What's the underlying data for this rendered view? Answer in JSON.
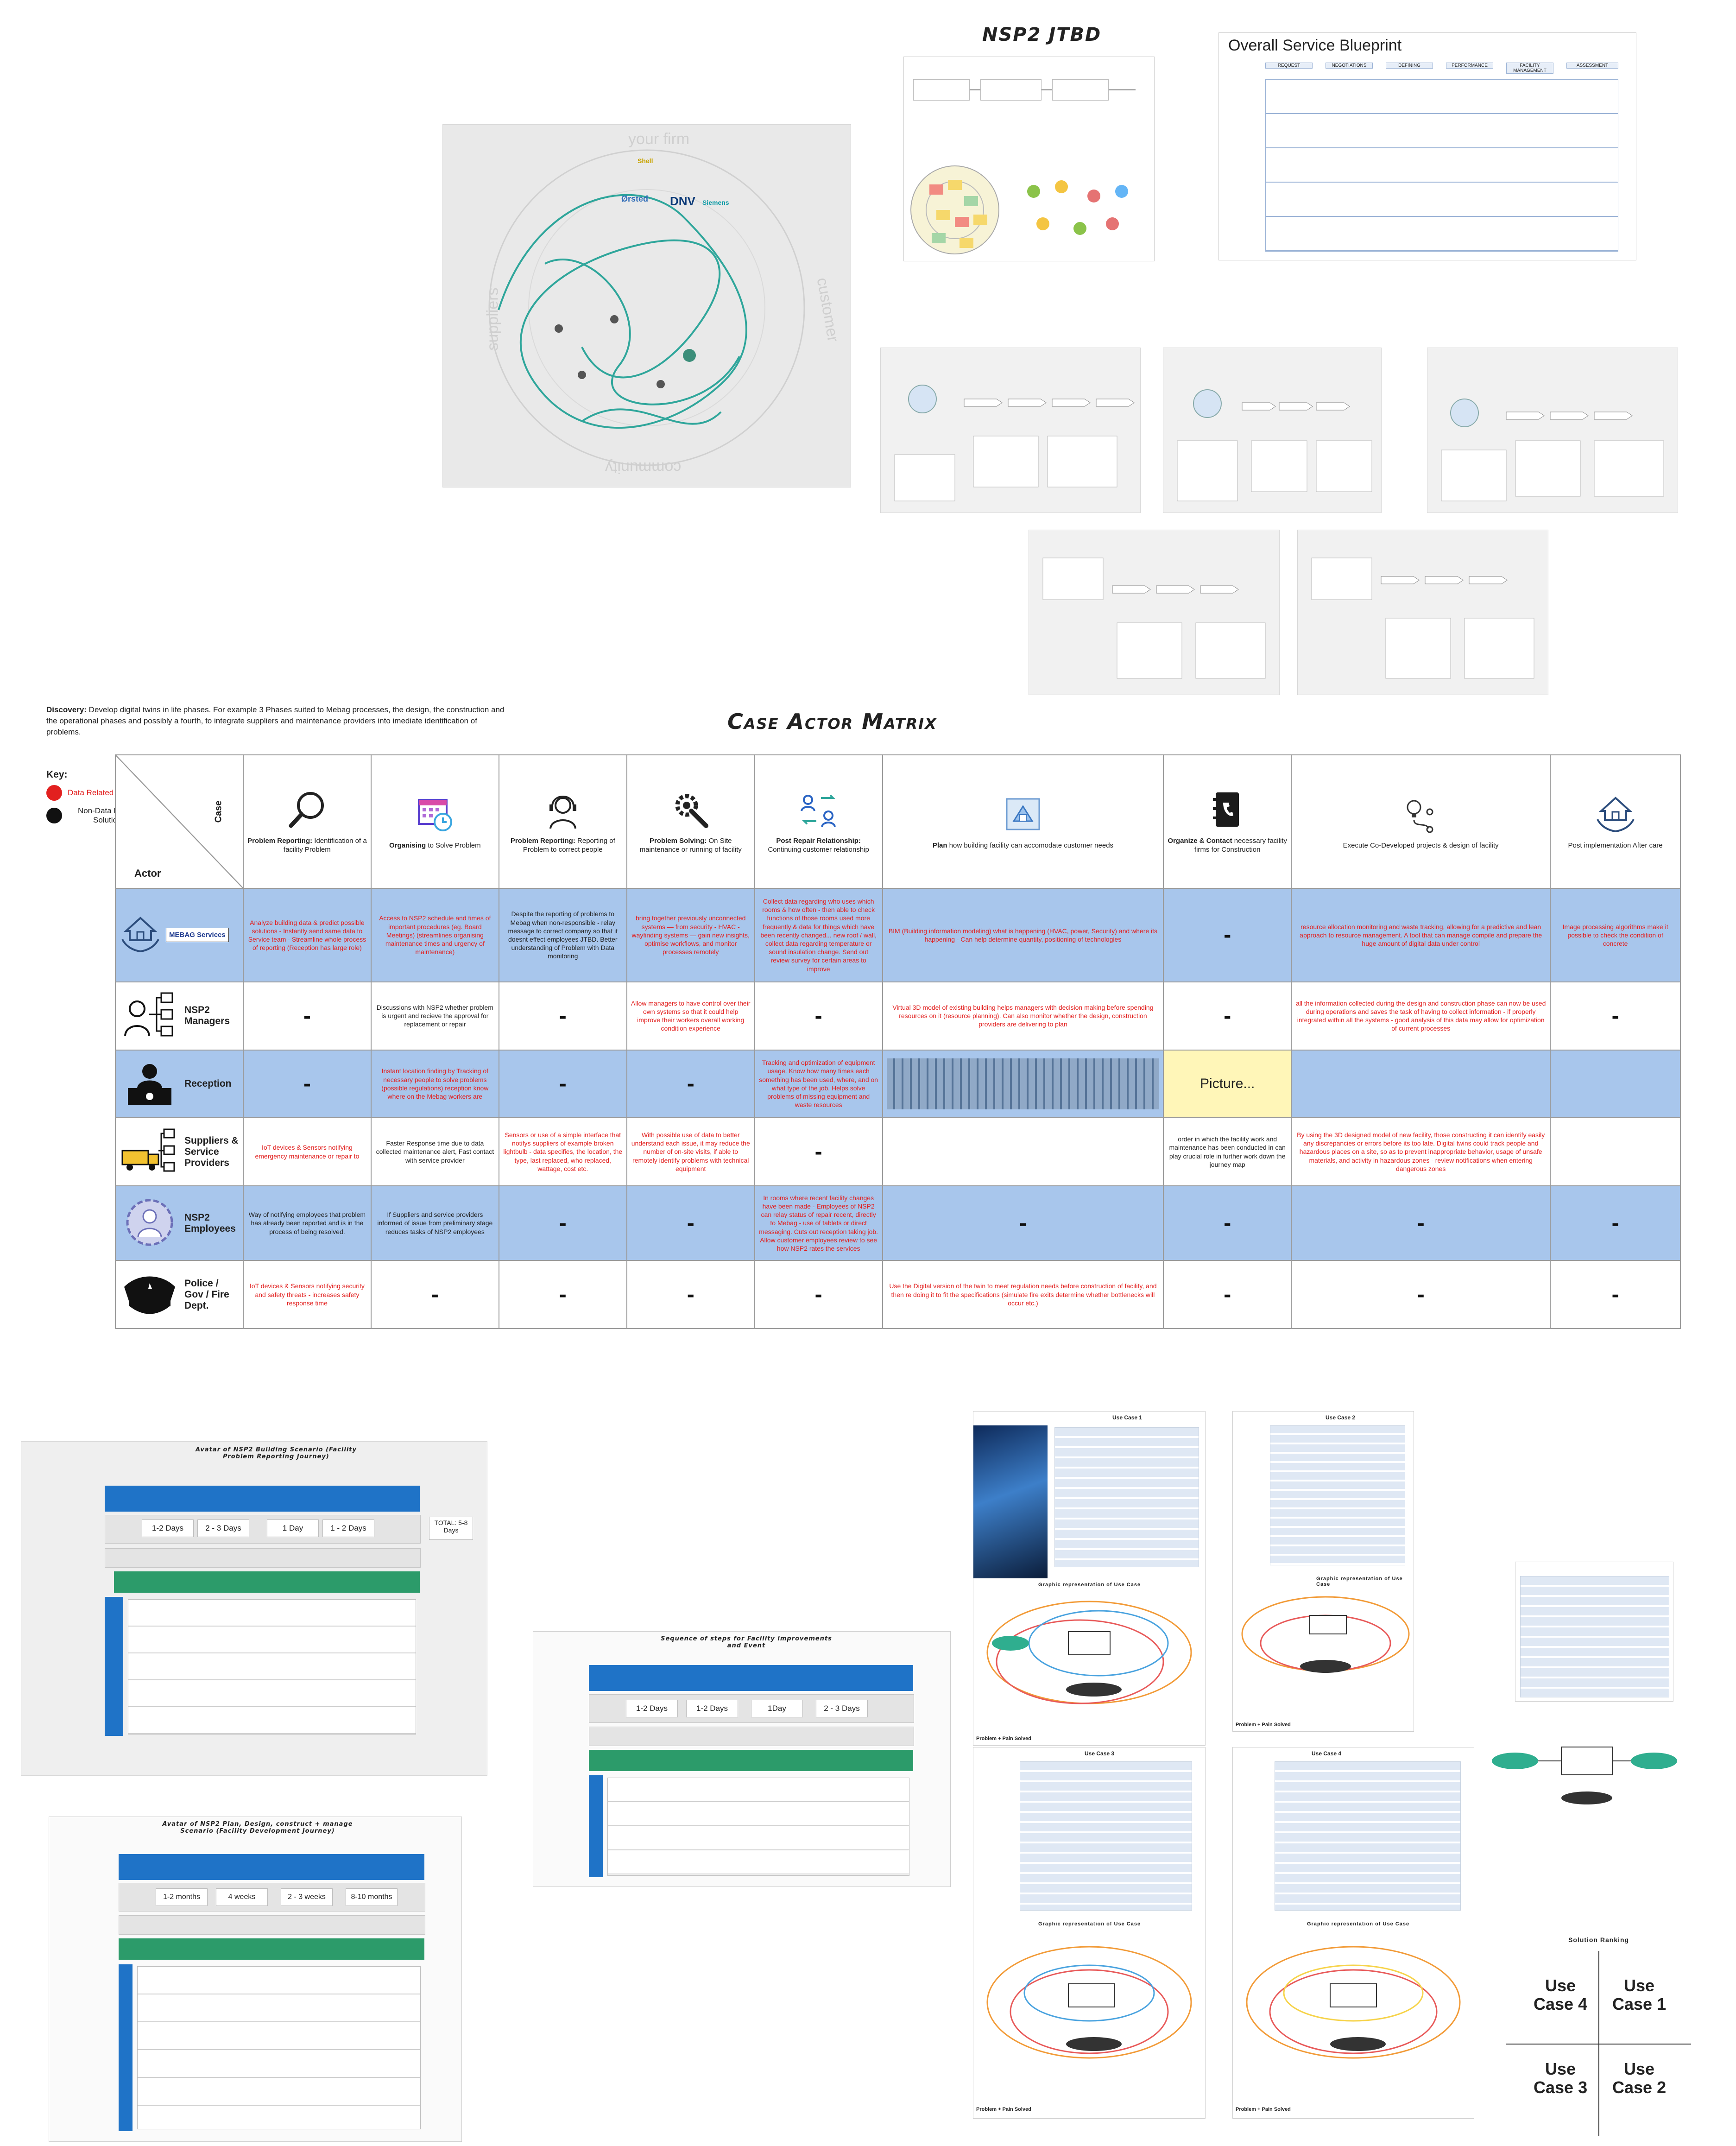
{
  "top": {
    "ecosystem_labels": {
      "firm": "your firm",
      "customer": "customer",
      "community": "community",
      "suppliers": "suppliers"
    },
    "ecosystem_logos": [
      "DNV",
      "Shell",
      "Ørsted",
      "Siemens"
    ],
    "jtbd_title": "NSP2 JTBD",
    "blueprint_title": "Overall Service Blueprint",
    "blueprint_phases": [
      "REQUEST",
      "NEGOTIATIONS",
      "DEFINING",
      "PERFORMANCE",
      "FACILITY MANAGEMENT",
      "ASSESSMENT"
    ]
  },
  "discovery": {
    "label": "Discovery:",
    "text": "Develop digital twins in life phases. For example 3 Phases suited to Mebag processes, the design, the construction and the operational phases and possibly a fourth, to integrate suppliers and maintenance providers into imediate identification of problems."
  },
  "matrix": {
    "title": "Case Actor Matrix",
    "key_title": "Key:",
    "key_data": "Data Related Solutions",
    "key_nondata": "Non-Data Related Solutions",
    "corner_case": "Case",
    "corner_actor": "Actor",
    "colors": {
      "data": "#e2201f",
      "nondata": "#111111",
      "row_blue": "#a8c6ec"
    },
    "cases": [
      {
        "bold": "Problem Reporting:",
        "text": "Identification of a facility Problem",
        "icon": "magnifier-icon"
      },
      {
        "bold": "Organising",
        "text": "to Solve Problem",
        "icon": "calendar-clock-icon"
      },
      {
        "bold": "Problem Reporting:",
        "text": "Reporting of Problem to correct people",
        "icon": "headset-agent-icon"
      },
      {
        "bold": "Problem Solving:",
        "text": "On Site maintenance or running of facility",
        "icon": "wrench-gear-icon"
      },
      {
        "bold": "Post Repair Relationship:",
        "text": "Continuing customer relationship",
        "icon": "exchange-people-icon"
      },
      {
        "bold": "Plan",
        "text": "how building facility can accomodate customer needs",
        "icon": "building-plan-icon"
      },
      {
        "bold": "Organize & Contact",
        "text": "necessary facility firms for Construction",
        "icon": "phone-book-icon"
      },
      {
        "bold": "",
        "text": "Execute Co-Developed projects & design of facility",
        "icon": "idea-process-icon"
      },
      {
        "bold": "",
        "text": "Post implementation After care",
        "icon": "house-hands-icon"
      }
    ],
    "rows": [
      {
        "actor": "MEBAG Services",
        "icon": "house-hands-icon",
        "style": "blue",
        "cells": [
          {
            "t": "Analyze building data & predict possible solutions - Instantly send same data to Service team - Streamline whole process of reporting (Reception has large role)",
            "c": "red"
          },
          {
            "t": "Access to NSP2 schedule and times of important procedures (eg. Board Meetings) (streamlines organising maintenance times and urgency of maintenance)",
            "c": "red"
          },
          {
            "t": "Despite the reporting of problems to Mebag when non-responsible - relay message to correct company so that it doesnt effect employees JTBD. Better understanding of Problem with Data monitoring",
            "c": "black"
          },
          {
            "t": "bring together previously unconnected systems — from security - HVAC - wayfinding systems — gain new insights, optimise workflows, and monitor processes remotely",
            "c": "red"
          },
          {
            "t": "Collect data regarding who uses which rooms & how often - then able to check functions of those rooms used more frequently & data for things which have been recently changed... new roof / wall, collect data regarding temperature or sound insulation change. Send out review survey for certain areas to improve",
            "c": "red"
          },
          {
            "t": "BIM (Building information modeling) what is happening (HVAC, power, Security) and where its happening - Can help determine quantity, positioning of technologies",
            "c": "red"
          },
          {
            "t": "-",
            "c": "dash"
          },
          {
            "t": "resource allocation monitoring and waste tracking, allowing for a predictive and lean approach to resource management. A tool that can manage compile and prepare the huge amount of digital data under control",
            "c": "red"
          },
          {
            "t": "Image processing algorithms make it possible to check the condition of concrete",
            "c": "red"
          }
        ]
      },
      {
        "actor": "NSP2 Managers",
        "icon": "manager-network-icon",
        "style": "white",
        "cells": [
          {
            "t": "-",
            "c": "dash"
          },
          {
            "t": "Discussions with NSP2 whether problem is urgent and recieve the approval for replacement or repair",
            "c": "black"
          },
          {
            "t": "-",
            "c": "dash"
          },
          {
            "t": "Allow managers to have control over their own systems so that it could help improve their workers overall working condition experience",
            "c": "red"
          },
          {
            "t": "-",
            "c": "dash"
          },
          {
            "t": "Virtual 3D model of existing building helps managers with decision making before spending resources on it (resource planning). Can also monitor whether the design, construction providers are delivering to plan",
            "c": "red"
          },
          {
            "t": "-",
            "c": "dash"
          },
          {
            "t": "all the information collected during the design and construction phase can now be used during operations and saves the task of having to collect information - if properly integrated within all the systems - good analysis of this data may allow for optimization of current processes",
            "c": "red"
          },
          {
            "t": "-",
            "c": "dash"
          }
        ]
      },
      {
        "actor": "Reception",
        "icon": "reception-desk-icon",
        "style": "blue",
        "cells": [
          {
            "t": "-",
            "c": "dash"
          },
          {
            "t": "Instant location finding by Tracking of necessary people to solve problems (possible regulations) reception know where on the Mebag workers are",
            "c": "red"
          },
          {
            "t": "-",
            "c": "dash"
          },
          {
            "t": "-",
            "c": "dash"
          },
          {
            "t": "Tracking and optimization of equipment usage. Know how many times each something has been used, where, and on what type of the job. Helps solve problems of missing equipment and waste resources",
            "c": "red"
          },
          {
            "t": "",
            "c": "image"
          },
          {
            "t": "Picture...",
            "c": "sticky"
          },
          {
            "t": "",
            "c": "empty"
          },
          {
            "t": "",
            "c": "empty"
          }
        ]
      },
      {
        "actor": "Suppliers & Service Providers",
        "icon": "truck-network-icon",
        "style": "white",
        "cells": [
          {
            "t": "IoT devices & Sensors notifying emergency maintenance or repair to",
            "c": "red"
          },
          {
            "t": "Faster Response time due to data collected maintenance alert, Fast contact with service provider",
            "c": "black"
          },
          {
            "t": "Sensors or use of a simple interface that notifys suppliers of example broken lightbulb - data specifies, the location, the type, last replaced, who replaced, wattage, cost etc.",
            "c": "red"
          },
          {
            "t": "With possible use of data to better understand each issue, it may reduce the number of on-site visits, if able to remotely identify problems with technical equipment",
            "c": "red"
          },
          {
            "t": "-",
            "c": "dash"
          },
          {
            "t": "",
            "c": "empty"
          },
          {
            "t": "order in which the facility work and maintenance has been conducted in can play crucial role in further work down the journey map",
            "c": "black"
          },
          {
            "t": "By using the 3D designed model of new facility, those constructing it can identify easily any discrepancies or errors before its too late. Digital twins could track people and hazardous places on a site, so as to prevent inappropriate behavior, usage of unsafe materials, and activity in hazardous zones - review notifications when entering dangerous zones",
            "c": "red"
          },
          {
            "t": "",
            "c": "empty"
          }
        ]
      },
      {
        "actor": "NSP2 Employees",
        "icon": "employee-gear-icon",
        "style": "blue",
        "cells": [
          {
            "t": "Way of notifying employees that problem has already been reported and is in the process of being resolved.",
            "c": "black"
          },
          {
            "t": "If Suppliers and service providers informed of issue from preliminary stage reduces tasks of NSP2 employees",
            "c": "black"
          },
          {
            "t": "-",
            "c": "dash"
          },
          {
            "t": "-",
            "c": "dash"
          },
          {
            "t": "In rooms where recent facility changes have been made - Employees of NSP2 can relay status of repair recent, directly to Mebag - use of tablets or direct messaging. Cuts out reception taking job. Allow customer employees review to see how NSP2 rates the services",
            "c": "red"
          },
          {
            "t": "-",
            "c": "dash"
          },
          {
            "t": "-",
            "c": "dash"
          },
          {
            "t": "-",
            "c": "dash"
          },
          {
            "t": "-",
            "c": "dash"
          }
        ]
      },
      {
        "actor": "Police / Gov / Fire Dept.",
        "icon": "police-cap-icon",
        "style": "white",
        "cells": [
          {
            "t": "IoT devices & Sensors notifying security and safety threats - increases safety response time",
            "c": "red"
          },
          {
            "t": "-",
            "c": "dash"
          },
          {
            "t": "-",
            "c": "dash"
          },
          {
            "t": "-",
            "c": "dash"
          },
          {
            "t": "-",
            "c": "dash"
          },
          {
            "t": "Use the Digital version of the twin to meet regulation needs before construction of facility, and then re doing it to fit the specifications (simulate fire exits determine whether bottlenecks will occur etc.)",
            "c": "red"
          },
          {
            "t": "-",
            "c": "dash"
          },
          {
            "t": "-",
            "c": "dash"
          },
          {
            "t": "-",
            "c": "dash"
          }
        ]
      }
    ]
  },
  "bottom": {
    "journey1_title": "Avatar of NSP2 Building Scenario (Facility Problem Reporting Journey)",
    "journey1_times": [
      "1-2 Days",
      "2 - 3 Days",
      "1 Day",
      "1 - 2 Days"
    ],
    "journey1_total": "TOTAL: 5-8 Days",
    "journey2_title": "Sequence of steps for Facility improvements and Event",
    "journey2_times": [
      "1-2 Days",
      "1-2 Days",
      "1Day",
      "2 - 3 Days"
    ],
    "journey3_title": "Avatar of NSP2 Plan, Design, construct + manage Scenario (Facility Development Journey)",
    "journey3_times": [
      "1-2 months",
      "4 weeks",
      "2 - 3 weeks",
      "8-10 months"
    ],
    "usecase_labels": [
      "Use Case 1",
      "Use Case 2",
      "Use Case 3",
      "Use Case 4"
    ],
    "graphic_label": "Graphic representation of Use Case",
    "problem_label": "Problem + Pain Solved",
    "solution_ranking": "Solution Ranking",
    "quadrants": [
      {
        "l1": "Use",
        "l2": "Case 4"
      },
      {
        "l1": "Use",
        "l2": "Case 1"
      },
      {
        "l1": "Use",
        "l2": "Case 3"
      },
      {
        "l1": "Use",
        "l2": "Case 2"
      }
    ]
  }
}
